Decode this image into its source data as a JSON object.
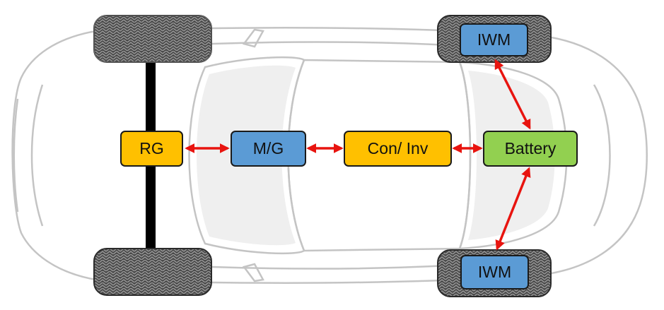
{
  "diagram": {
    "nodes": {
      "rg": "RG",
      "mg": "M/G",
      "con_inv": "Con/ Inv",
      "battery": "Battery",
      "iwm_top": "IWM",
      "iwm_bottom": "IWM"
    },
    "connections": [
      {
        "from": "RG",
        "to": "M/G",
        "direction": "both"
      },
      {
        "from": "M/G",
        "to": "Con/ Inv",
        "direction": "both"
      },
      {
        "from": "Con/ Inv",
        "to": "Battery",
        "direction": "both"
      },
      {
        "from": "Battery",
        "to": "IWM (top)",
        "direction": "both"
      },
      {
        "from": "Battery",
        "to": "IWM (bottom)",
        "direction": "both"
      }
    ],
    "colors": {
      "rg": "#ffc000",
      "con_inv": "#ffc000",
      "mg": "#5b9bd5",
      "iwm": "#5b9bd5",
      "battery": "#92d050",
      "arrow": "#e8140f",
      "axle": "#000000"
    }
  }
}
